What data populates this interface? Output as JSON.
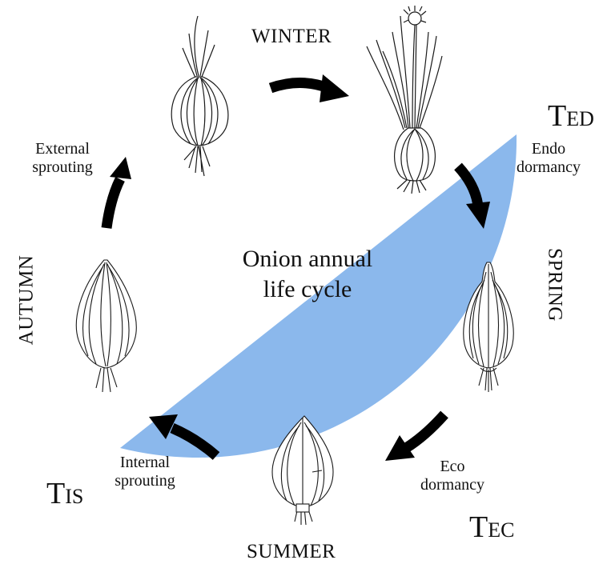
{
  "title": {
    "line1": "Onion annual",
    "line2": "life cycle"
  },
  "seasons": {
    "winter": "WINTER",
    "spring": "SPRING",
    "summer": "SUMMER",
    "autumn": "AUTUMN"
  },
  "stages": {
    "external_sprouting": {
      "line1": "External",
      "line2": "sprouting"
    },
    "endo_dormancy": {
      "line1": "Endo",
      "line2": "dormancy"
    },
    "eco_dormancy": {
      "line1": "Eco",
      "line2": "dormancy"
    },
    "internal_sprouting": {
      "line1": "Internal",
      "line2": "sprouting"
    }
  },
  "temperatures": {
    "ted": {
      "main": "T",
      "sub": "ED"
    },
    "tec": {
      "main": "T",
      "sub": "EC"
    },
    "tis": {
      "main": "T",
      "sub": "IS"
    }
  },
  "colors": {
    "dormancy_region": "#8bb8ec",
    "arrow": "#000000",
    "ink": "#1a1a1a"
  },
  "icons": [
    "sprouting-onion-icon",
    "flowering-onion-icon",
    "elongated-bulb-icon",
    "mature-bulb-icon",
    "dormant-bulb-icon",
    "curved-arrow-icon"
  ]
}
